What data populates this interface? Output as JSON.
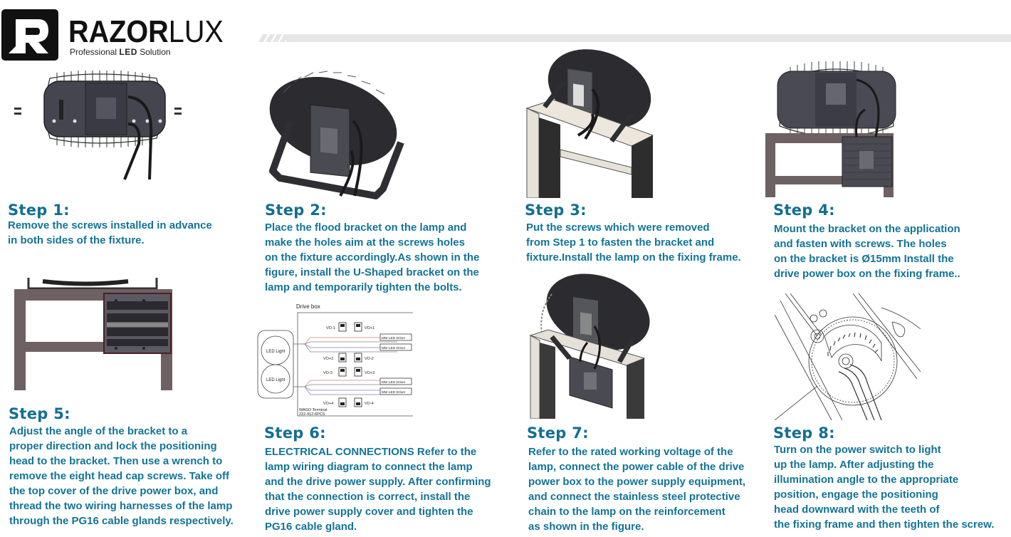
{
  "brand": {
    "name_bold": "RAZOR",
    "name_thin": "LUX",
    "tagline_pre": "Professional ",
    "tagline_bold": "LED",
    "tagline_post": " Solution"
  },
  "colors": {
    "accent_text": "#137497",
    "title_text": "#136f92",
    "header_bar": "#e6e6e6",
    "frame": "#6e6164",
    "lamp": "#2b2b30"
  },
  "steps": [
    {
      "title": "Step 1:",
      "body": "Remove the screws installed in advance\nin both sides of the fixture.",
      "illustration": "lamp-rear-view-with-screws"
    },
    {
      "title": "Step 2:",
      "body": "Place the flood bracket on the lamp and\nmake the holes aim at the screws holes\non the fixture accordingly.As shown in the\nfigure, install the U-Shaped bracket on the\nlamp and temporarily tighten the bolts.",
      "illustration": "lamp-with-u-bracket"
    },
    {
      "title": "Step 3:",
      "body": "Put the screws which were removed\nfrom Step 1 to fasten the bracket and\nfixture.Install the lamp on the fixing frame.",
      "illustration": "lamp-on-fixing-frame"
    },
    {
      "title": "Step 4:",
      "body": "Mount the bracket on the application\nand fasten with screws. The holes\non the bracket is Ø15mm Install the\ndrive power box on the fixing frame..",
      "illustration": "lamp-with-drive-box-front"
    },
    {
      "title": "Step 5:",
      "body": "Adjust the angle of the bracket to a\nproper direction and lock the positioning\nhead to the bracket. Then use a wrench to\nremove the eight head cap screws. Take off\nthe top cover of the drive power box, and\nthread the two wiring harnesses of the lamp\nthrough the PG16 cable glands respectively.",
      "illustration": "drive-box-opened-on-frame"
    },
    {
      "title": "Step 6:",
      "body": "ELECTRICAL CONNECTIONS Refer to the\nlamp wiring diagram to connect the lamp\nand the drive power supply. After confirming\nthat the connection is correct, install the\ndrive power supply cover and tighten the\nPG16 cable gland.",
      "illustration": "wiring-diagram"
    },
    {
      "title": "Step 7:",
      "body": "Refer to the rated working voltage of the\nlamp, connect the power cable of the drive\npower box to the power supply equipment,\nand connect the stainless steel protective\nchain to the lamp on the reinforcement\nas shown in the figure.",
      "illustration": "lamp-with-chain-and-drive-box"
    },
    {
      "title": "Step 8:",
      "body": "Turn on the power switch to light\nup the lamp. After adjusting the\nillumination angle to the appropriate\nposition, engage the positioning\nhead downward with the teeth of\nthe fixing frame and then tighten the screw.",
      "illustration": "positioning-gear-detail"
    }
  ],
  "wiring": {
    "box_title": "Drive box",
    "lights": [
      "LED Light",
      "LED Light"
    ],
    "terminals": [
      "VO-1",
      "VO+1",
      "VO+2",
      "VO-2",
      "VO-3",
      "VO+3",
      "VO+4",
      "VO-4"
    ],
    "drivers": [
      "MW LED Driver",
      "MW LED Driver",
      "MW LED Driver",
      "MW LED Driver"
    ],
    "footer_line1": "WAGO Terminal",
    "footer_line2": "222-412-6PCS"
  }
}
